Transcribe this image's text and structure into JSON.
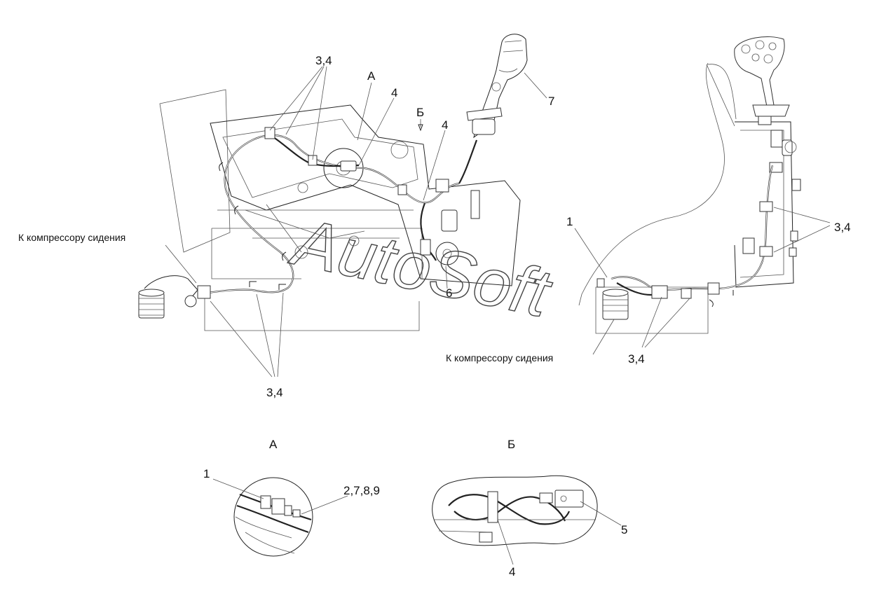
{
  "watermark": "AutoSoft",
  "left_view": {
    "caption_compressor": "К компрессору сидения",
    "callouts": {
      "clamps_top": "3,4",
      "view_a": "А",
      "tie_1": "4",
      "view_b": "Б",
      "tie_2": "4",
      "lever": "7",
      "sensor": "6",
      "clamps_bottom": "3,4"
    }
  },
  "right_view": {
    "caption_compressor": "К компрессору сидения",
    "callouts": {
      "harness": "1",
      "clamps_side": "3,4",
      "clamps_bottom": "3,4"
    }
  },
  "detail_a": {
    "title": "А",
    "callouts": {
      "harness": "1",
      "connectors": "2,7,8,9"
    }
  },
  "detail_b": {
    "title": "Б",
    "callouts": {
      "switch": "5",
      "tie": "4"
    }
  }
}
